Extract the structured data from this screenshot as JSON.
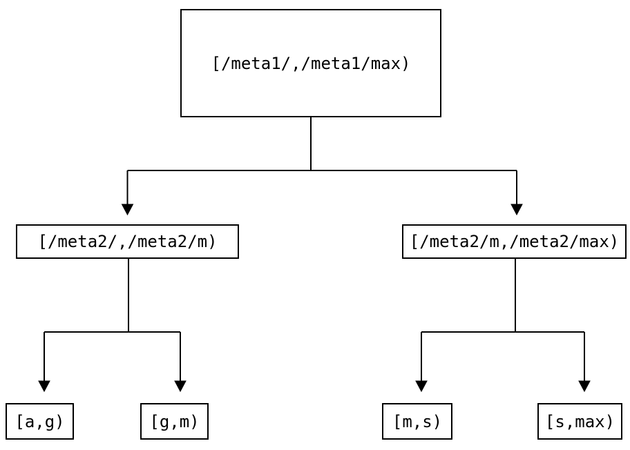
{
  "colors": {
    "background": "#ffffff",
    "border": "#000000",
    "text": "#000000"
  },
  "tree": {
    "root": {
      "label": "[/meta1/,/meta1/max)",
      "children": [
        {
          "label": "[/meta2/,/meta2/m)",
          "children": [
            {
              "label": "[a,g)"
            },
            {
              "label": "[g,m)"
            }
          ]
        },
        {
          "label": "[/meta2/m,/meta2/max)",
          "children": [
            {
              "label": "[m,s)"
            },
            {
              "label": "[s,max)"
            }
          ]
        }
      ]
    }
  }
}
